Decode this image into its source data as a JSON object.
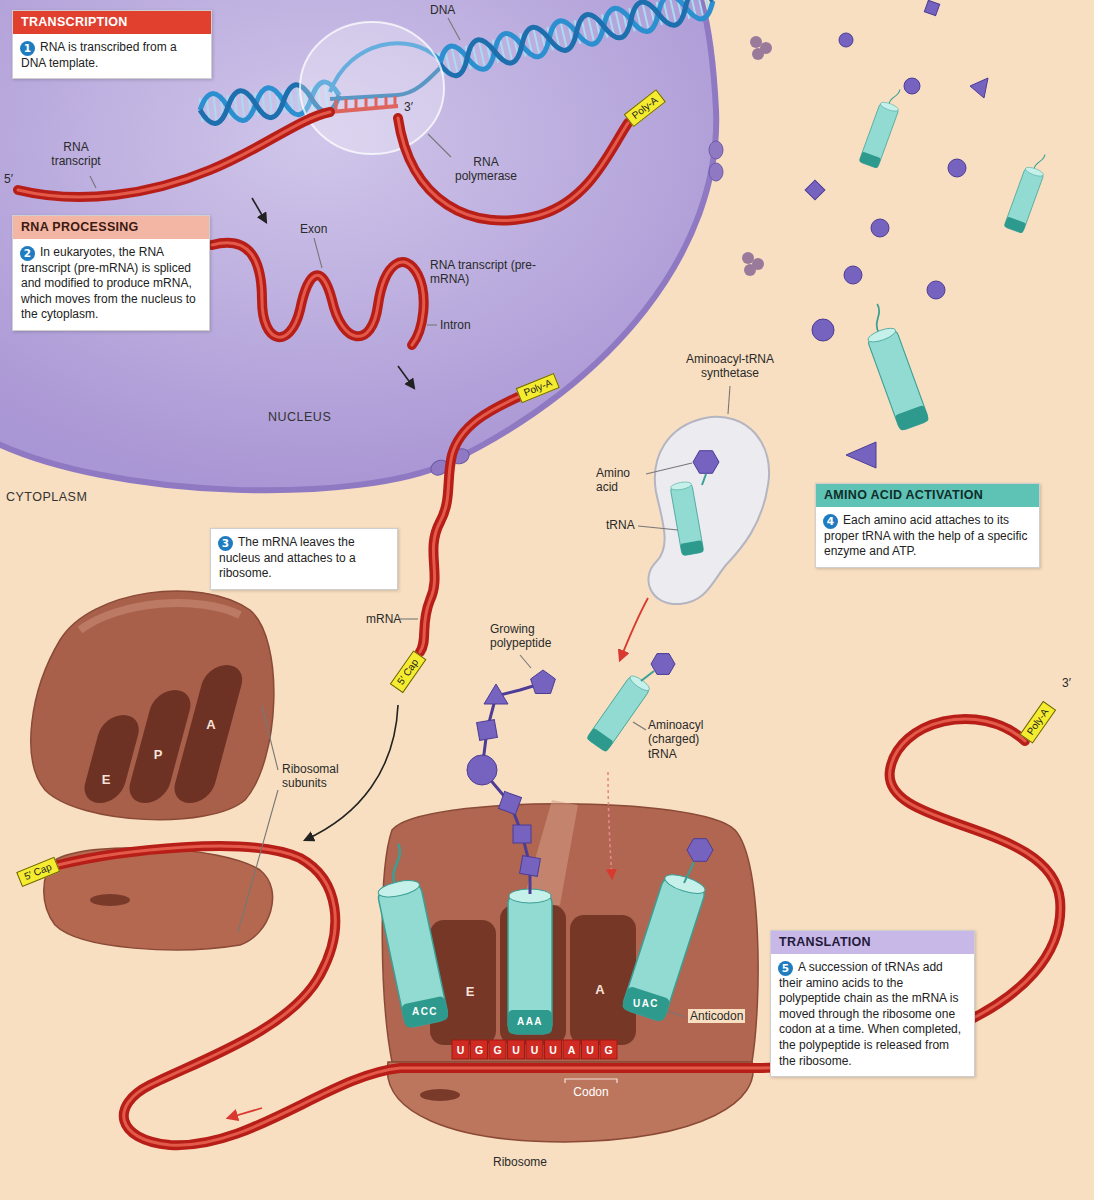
{
  "diagram": {
    "nodes": [
      {
        "text": [
          "TRANSCRIPTION",
          "RNA is transcribed from a DNA template."
        ]
      },
      {
        "text": [
          "1"
        ],
        "in": 0
      },
      {
        "text": [
          "Poly-A"
        ]
      },
      {
        "text": [
          "RNA PROCESSING",
          "In eukaryotes, the RNA transcript (pre-mRNA) is spliced and modified to produce mRNA, which moves from the nucleus to the cytoplasm."
        ]
      },
      {
        "text": [
          "2"
        ],
        "in": 3
      },
      {
        "text": [
          "Poly-A"
        ]
      },
      {
        "text": [
          "AMINO ACID ACTIVATION",
          "Each amino acid attaches to its proper tRNA with the help of a specific enzyme and ATP."
        ]
      },
      {
        "text": [
          "4"
        ],
        "in": 6
      },
      {
        "text": [
          "The mRNA leaves the nucleus and attaches to a ribosome."
        ]
      },
      {
        "text": [
          "3"
        ],
        "in": 8
      },
      {
        "text": [
          "5′ Cap"
        ]
      },
      {
        "text": [
          "Poly-A"
        ]
      },
      {
        "text": [
          "5′ Cap"
        ]
      },
      {
        "text": [
          "TRANSLATION",
          "A succession of tRNAs add their amino acids to the polypeptide chain as the mRNA is moved through the ribosome one codon at a time. When completed, the polypeptide is released from the ribosome."
        ]
      },
      {
        "text": [
          "5"
        ],
        "in": 13
      }
    ],
    "labels": [
      "DNA",
      "3′",
      "5′",
      "RNA transcript",
      "RNA polymerase",
      "Exon",
      "RNA transcript (pre-mRNA)",
      "Intron",
      "NUCLEUS",
      "CYTOPLASM",
      "Aminoacyl-tRNA synthetase",
      "Amino acid",
      "tRNA",
      "mRNA",
      "Growing polypeptide",
      "Aminoacyl (charged) tRNA",
      "E",
      "P",
      "A",
      "Ribosomal subunits",
      "3′",
      "ACC",
      "AAA",
      "UAC",
      "U",
      "G",
      "G",
      "U",
      "U",
      "U",
      "A",
      "U",
      "G",
      "E",
      "A",
      "Anticodon",
      "Codon",
      "Ribosome"
    ]
  }
}
